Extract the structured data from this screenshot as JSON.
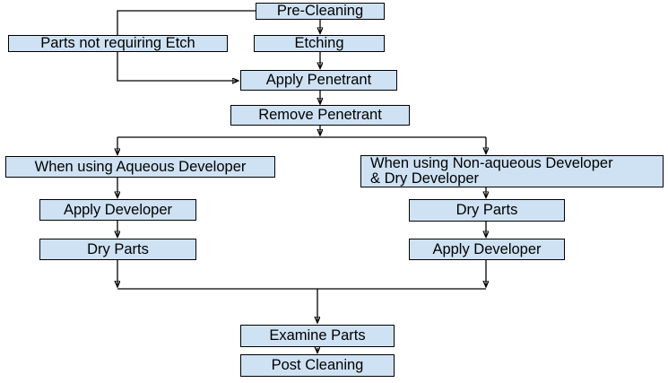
{
  "flowchart": {
    "nodes": {
      "pre_cleaning": "Pre-Cleaning",
      "parts_not_requiring_etch": "Parts not requiring Etch",
      "etching": "Etching",
      "apply_penetrant": "Apply Penetrant",
      "remove_penetrant": "Remove Penetrant",
      "when_using_aqueous_developer": "When using Aqueous Developer",
      "when_using_non_aqueous_developer": {
        "line1": "When using Non-aqueous Developer",
        "line2": "& Dry Developer"
      },
      "apply_developer_left": "Apply Developer",
      "dry_parts_left": "Dry Parts",
      "dry_parts_right": "Dry Parts",
      "apply_developer_right": "Apply Developer",
      "examine_parts": "Examine Parts",
      "post_cleaning": "Post Cleaning"
    },
    "colors": {
      "node_fill": "#cfe2f3",
      "node_border": "#000000",
      "connector": "#000000",
      "text": "#000000",
      "background": "#ffffff"
    }
  }
}
